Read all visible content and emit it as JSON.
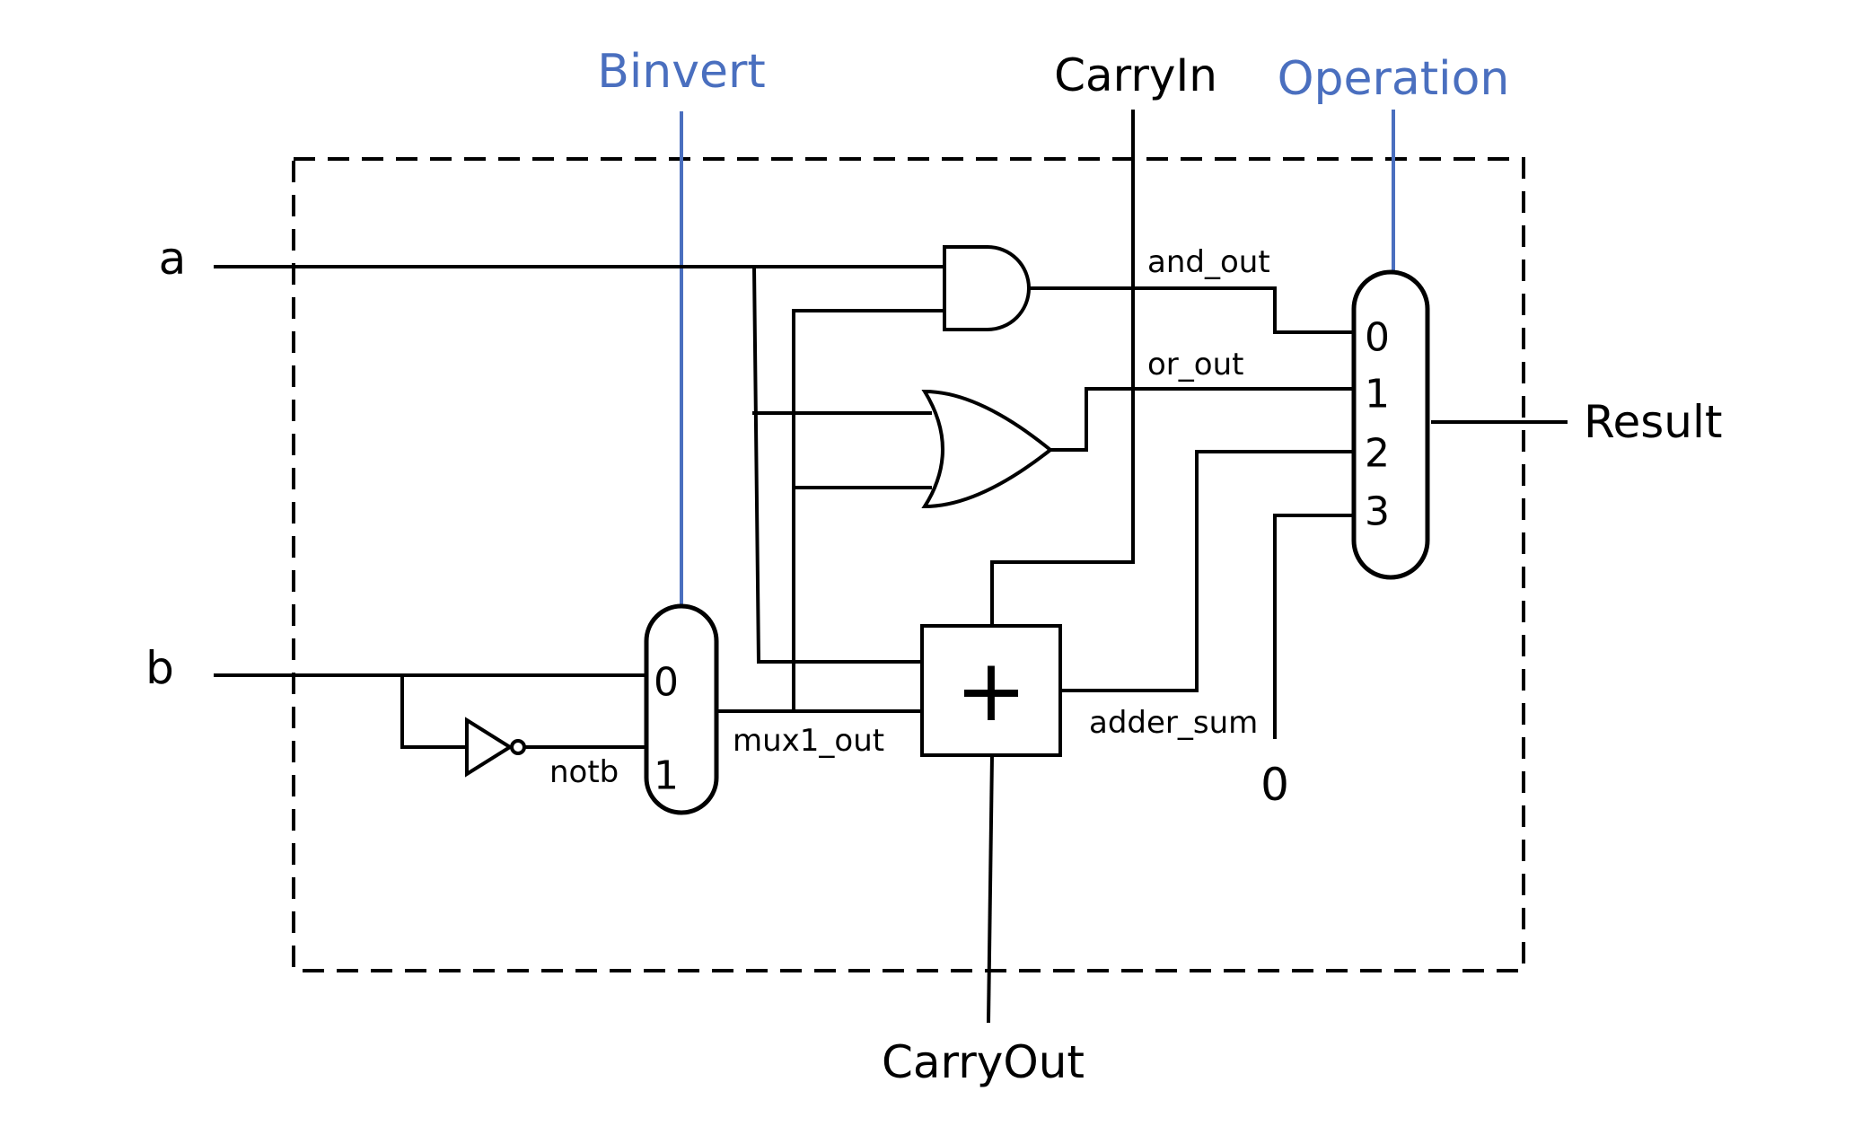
{
  "colors": {
    "wire": "#000000",
    "control": "#4a6fbf",
    "background": "#ffffff"
  },
  "inputs": {
    "a": "a",
    "b": "b"
  },
  "controls": {
    "binvert": "Binvert",
    "carry_in": "CarryIn",
    "operation": "Operation"
  },
  "outputs": {
    "result": "Result",
    "carry_out": "CarryOut"
  },
  "signals": {
    "and_out": "and_out",
    "or_out": "or_out",
    "notb": "notb",
    "mux1_out": "mux1_out",
    "adder_sum": "adder_sum",
    "zero_const": "0"
  },
  "mux1": {
    "ports": [
      "0",
      "1"
    ]
  },
  "mux2": {
    "ports": [
      "0",
      "1",
      "2",
      "3"
    ]
  },
  "adder": {
    "symbol": "+"
  }
}
